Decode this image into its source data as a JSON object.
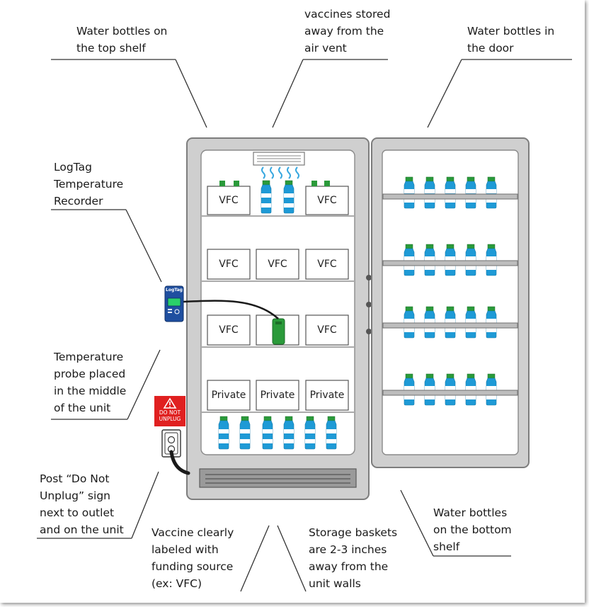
{
  "captions": {
    "top_shelf": "Water bottles on\nthe top shelf",
    "air_vent": "vaccines stored\naway from the\nair vent",
    "door": "Water bottles in\nthe door",
    "logtag": "LogTag\nTemperature\nRecorder",
    "probe": "Temperature\nprobe placed\nin the middle\nof the unit",
    "do_not_unplug": "Post “Do Not\nUnplug” sign\nnext to outlet\nand on the unit",
    "vaccine_labeled": "Vaccine clearly\nlabeled with\nfunding source\n(ex: VFC)",
    "baskets": "Storage baskets\nare 2-3 inches\naway from the\nunit walls",
    "bottom_shelf": "Water bottles\non the bottom\nshelf"
  },
  "shelf1": {
    "box_left": "VFC",
    "box_right": "VFC"
  },
  "shelf2": {
    "box_left": "VFC",
    "box_mid": "VFC",
    "box_right": "VFC"
  },
  "shelf3": {
    "box_left": "VFC",
    "box_right": "VFC"
  },
  "shelf4": {
    "box_left": "Private",
    "box_mid": "Private",
    "box_right": "Private"
  },
  "logger": {
    "brand": "LogTag"
  },
  "sign": {
    "line1": "DO NOT",
    "line2": "UNPLUG"
  },
  "colors": {
    "bottle_blue": "#1e9ad6",
    "cap_green": "#2a9a3a",
    "sign_red": "#e02020",
    "body_gray": "#cfcfcf",
    "logger_blue": "#1f4fa0"
  }
}
